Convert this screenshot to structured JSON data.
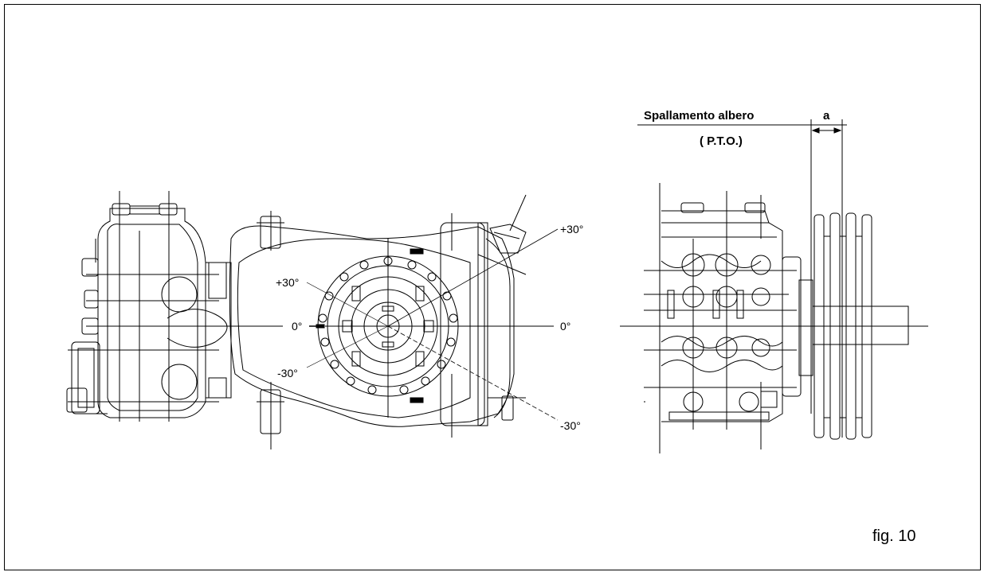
{
  "drawing": {
    "shaft_shoulder_label": "Spallamento albero",
    "pto_label": "( P.T.O.)",
    "dimension_label": "a",
    "angles": {
      "front_plus": "+30°",
      "front_zero": "0°",
      "front_minus": "-30°",
      "right_plus": "+30°",
      "right_zero": "0°",
      "right_minus": "-30°"
    },
    "figure_label": "fig. 10"
  }
}
